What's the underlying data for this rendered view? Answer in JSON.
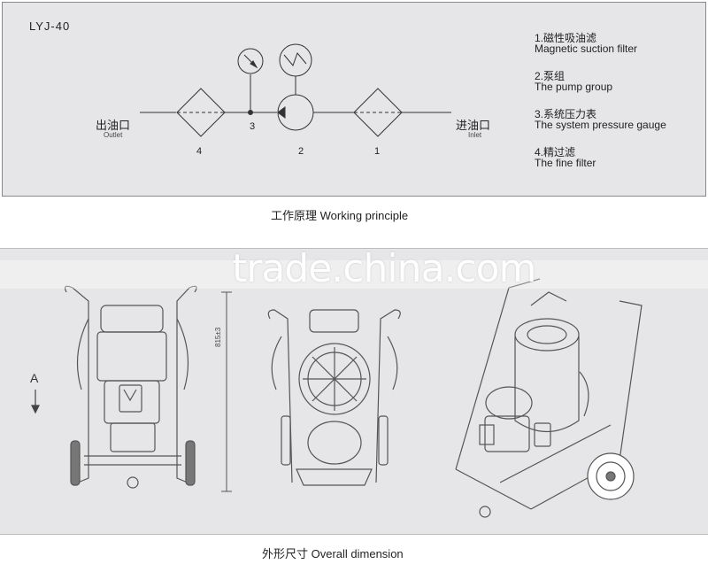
{
  "model": "LYJ-40",
  "legend": [
    {
      "cn": "1.磁性吸油滤",
      "en": "Magnetic suction filter"
    },
    {
      "cn": "2.泵组",
      "en": "The pump group"
    },
    {
      "cn": "3.系统压力表",
      "en": "The system pressure gauge"
    },
    {
      "cn": "4.精过滤",
      "en": "The fine filter"
    }
  ],
  "diagram": {
    "outlet_cn": "出油口",
    "outlet_en": "Outlet",
    "inlet_cn": "进油口",
    "inlet_en": "Inlet",
    "numbers": [
      "4",
      "3",
      "2",
      "1"
    ]
  },
  "caption_top": "工作原理 Working principle",
  "caption_bottom": "外形尺寸 Overall dimension",
  "watermark": "trade.china.com",
  "dimension_label": "815±3",
  "arrow_label": "A"
}
